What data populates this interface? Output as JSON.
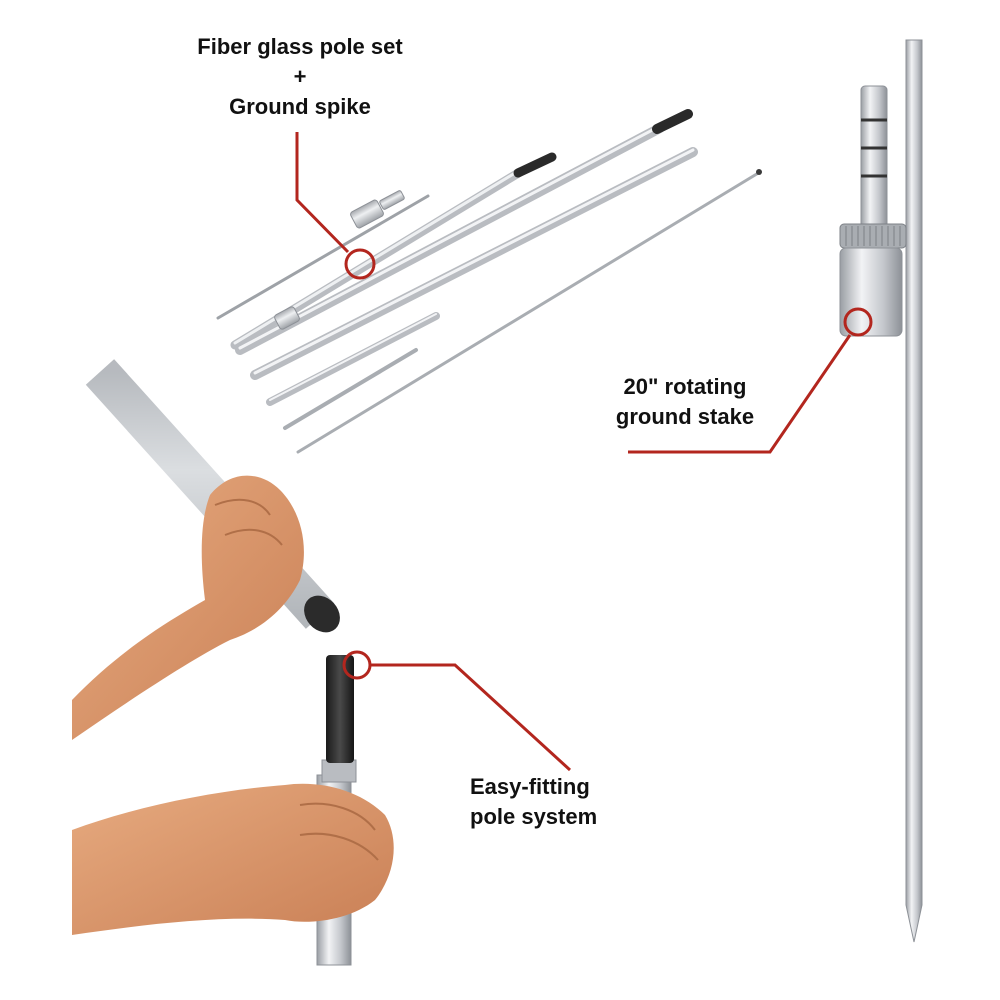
{
  "callouts": {
    "pole_set": {
      "line1": "Fiber glass pole set",
      "line2": "+",
      "line3": "Ground spike"
    },
    "ground_stake": {
      "line1": "20\" rotating",
      "line2": "ground stake"
    },
    "pole_system": {
      "line1": "Easy-fitting",
      "line2": "pole system"
    }
  },
  "colors": {
    "callout_line": "#b3261e",
    "pole_silver": "#c9ccd0",
    "pole_tip": "#2a2a2a",
    "skin": "#d9976c",
    "background": "#ffffff"
  }
}
